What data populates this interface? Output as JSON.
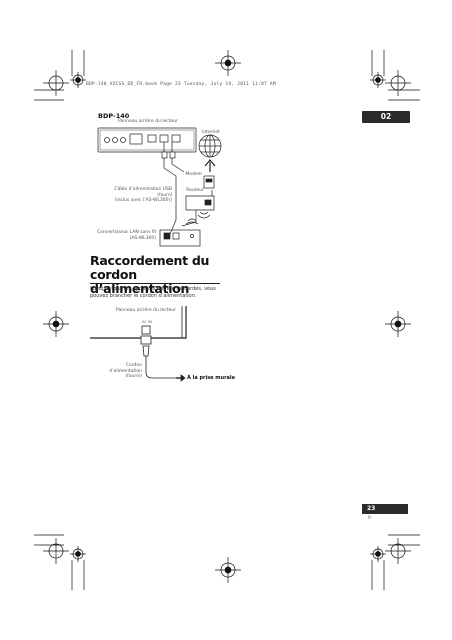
{
  "header_line": "BDP-140_VXCSS_DD_FR.book  Page 23  Tuesday, July 19, 2011  11:07 AM",
  "chapter_tab": "02",
  "diagram1": {
    "model": "BDP-140",
    "rear_panel_label": "Panneau arrière du lecteur",
    "internet_label": "Internet",
    "modem_label": "Modem",
    "router_label": "Routeur",
    "cable_label_line1": "Câble d’alimentation USB (fourni",
    "cable_label_line2": "(inclus avec l’AS-WL300))",
    "converter_label_line1": "Convertisseur LAN sans fil",
    "converter_label_line2": "(AS-WL300)"
  },
  "section": {
    "title_line1": "Raccordement du",
    "title_line2": "cordon d’alimentation",
    "body": "Lorsque tous les appareils ont été raccordés, vous pouvez brancher le cordon d’alimentation."
  },
  "diagram2": {
    "rear_panel_label": "Panneau arrière du lecteur",
    "ac_in_label": "AC IN",
    "power_cord_line1": "Cordon d’alimentation",
    "power_cord_line2": "(fourni)",
    "outlet_label": "À la prise murale"
  },
  "page": {
    "number": "23",
    "lang": "Fr"
  }
}
